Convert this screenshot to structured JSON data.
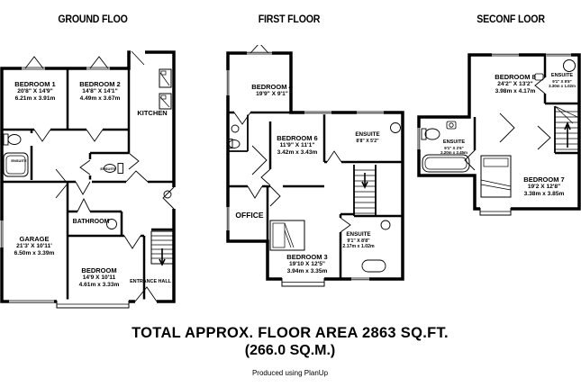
{
  "colors": {
    "wall": "#000000",
    "background": "#ffffff"
  },
  "titles": {
    "ground": "GROUND FLOO",
    "first": "FIRST FLOOR",
    "second": "SECONF LOOR"
  },
  "footer": {
    "area_line1": "TOTAL APPROX. FLOOR AREA 2863 SQ.FT.",
    "area_line2": "(266.0 SQ.M.)",
    "credit": "Produced using PlanUp"
  },
  "ground": {
    "bedroom1": {
      "name": "BEDROOM 1",
      "imperial": "20'8\" X 14'9\"",
      "metric": "6.21m x 3.91m"
    },
    "bedroom2": {
      "name": "BEDROOM 2",
      "imperial": "14'8\" X 14'1\"",
      "metric": "4.49m x 3.67m"
    },
    "kitchen": {
      "name": "KITCHEN"
    },
    "ensuite_left": {
      "name": "ENSUITE"
    },
    "ensuite_mid": {
      "name": "ENSUITE"
    },
    "garage": {
      "name": "GARAGE",
      "imperial": "21'3' X 10'11'",
      "metric": "6.50m x 3.39m"
    },
    "bathroom": {
      "name": "BATHROOM"
    },
    "bedroom": {
      "name": "BEDROOM",
      "imperial": "14'9 X 10'11",
      "metric": "4.61m x 3.33m"
    },
    "entrance_hall": {
      "name": "ENTRANCE HALL"
    }
  },
  "first": {
    "bedroom4": {
      "name": "BEDROOM 4",
      "imperial": "19'9\" X 9'1\""
    },
    "bedroom6": {
      "name": "BEDROOM 6",
      "imperial": "11'9\" X 11'1\"",
      "metric": "3.42m x 3.43m"
    },
    "ensuite_top": {
      "name": "ENSUITE",
      "imperial": "8'8\" X 5'2\""
    },
    "office": {
      "name": "OFFICE"
    },
    "bedroom3": {
      "name": "BEDROOM 3",
      "imperial": "19'10 X 12'5\"",
      "metric": "3.94m x 3.35m"
    },
    "ensuite_right": {
      "name": "ENSUITE",
      "imperial": "9'1\" X 8'8\"",
      "metric": "2.17m x 1.02m"
    }
  },
  "second": {
    "bedroom8": {
      "name": "BEDROOM 8",
      "imperial": "24'2\" X 13'2\"",
      "metric": "3.98m x 4.17m"
    },
    "ensuite_top": {
      "name": "ENSUITE",
      "imperial": "9'1\" X 8'8\"",
      "metric": "3.30m x 1.02m"
    },
    "ensuite_left": {
      "name": "ENSUITE",
      "imperial": "9'1\" X 2'6\"",
      "metric": "2.20m x 2.45m"
    },
    "bedroom7": {
      "name": "BEDROOM 7",
      "imperial": "19'2 X 12'8\"",
      "metric": "3.38m x 3.85m"
    }
  }
}
